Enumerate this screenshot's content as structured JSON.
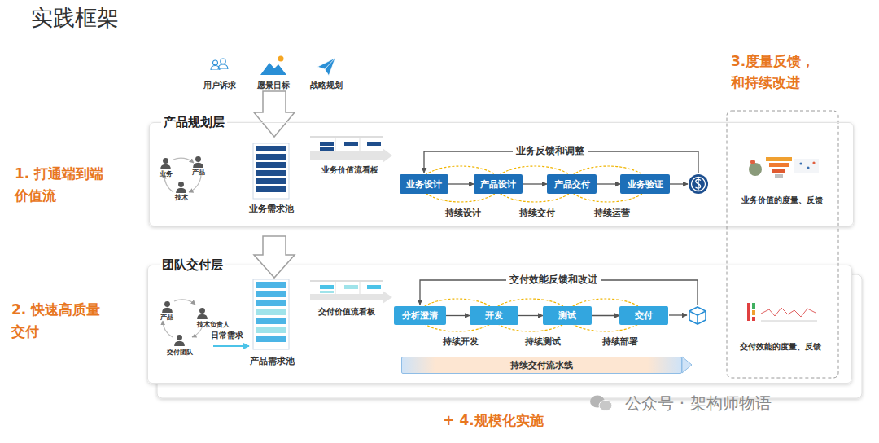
{
  "diagram": {
    "title": "实践框架",
    "nodes": [
      {
        "text": [
          "产品规划层"
        ]
      },
      {
        "text": [
          "业务设计"
        ],
        "in": 0
      },
      {
        "text": [
          "产品设计"
        ],
        "in": 0
      },
      {
        "text": [
          "产品交付"
        ],
        "in": 0
      },
      {
        "text": [
          "业务验证"
        ],
        "in": 0
      },
      {
        "text": [
          "团队交付层"
        ]
      },
      {
        "text": [
          "分析澄清"
        ],
        "in": 5
      },
      {
        "text": [
          "开发"
        ],
        "in": 5
      },
      {
        "text": [
          "测试"
        ],
        "in": 5
      },
      {
        "text": [
          "交付"
        ],
        "in": 5
      },
      {
        "text": [
          "持续交付流水线"
        ],
        "in": 5
      }
    ],
    "edges": [
      {
        "from": 1,
        "to": 2,
        "arrow": "to"
      },
      {
        "from": 2,
        "to": 3,
        "arrow": "to"
      },
      {
        "from": 3,
        "to": 4,
        "arrow": "to"
      },
      {
        "from": 6,
        "to": 7,
        "arrow": "to"
      },
      {
        "from": 7,
        "to": 8,
        "arrow": "to"
      },
      {
        "from": 8,
        "to": 9,
        "arrow": "to"
      }
    ],
    "labels": [
      "用户诉求",
      "愿景目标",
      "战略规划",
      "1. 打通端到端价值流",
      "业务",
      "产品",
      "技术",
      "业务需求池",
      "业务价值流看板",
      "业务反馈和调整",
      "持续设计",
      "持续交付",
      "持续运营",
      "3.度量反馈，和持续改进",
      "业务价值的度量、反馈",
      "2. 快速高质量交付",
      "产品",
      "技术负责人",
      "交付团队",
      "日常需求",
      "产品需求池",
      "交付价值流看板",
      "交付效能反馈和改进",
      "持续开发",
      "持续测试",
      "持续部署",
      "交付效能的度量、反馈",
      "+ 4.规模化实施",
      "公众号 · 架构师物语"
    ]
  }
}
